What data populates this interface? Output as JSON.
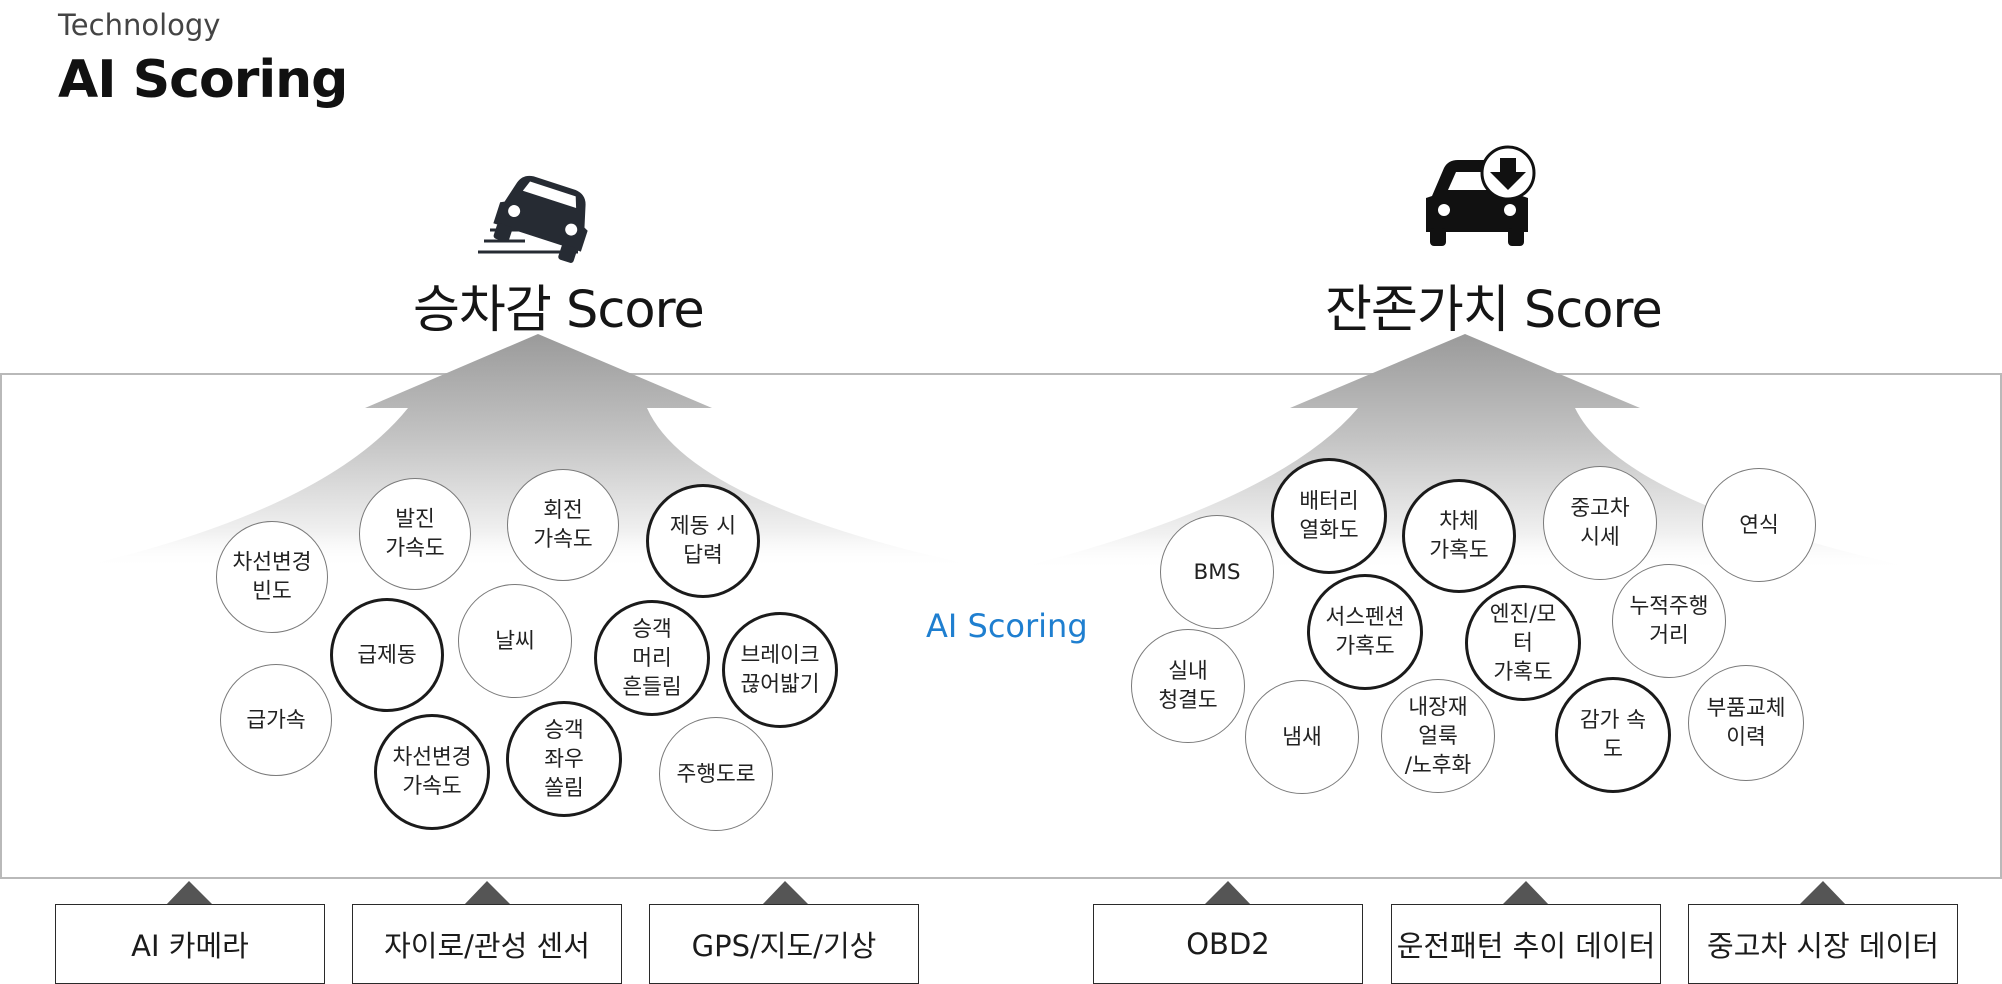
{
  "header": {
    "eyebrow": "Technology",
    "title": "AI Scoring"
  },
  "center_label": "AI Scoring",
  "left_panel": {
    "score_title": "승차감 Score",
    "icon": "car-tilting-icon",
    "factors": [
      {
        "label": "차선변경\n빈도",
        "emphasis": false
      },
      {
        "label": "발진\n가속도",
        "emphasis": false
      },
      {
        "label": "회전\n가속도",
        "emphasis": false
      },
      {
        "label": "제동 시\n답력",
        "emphasis": true
      },
      {
        "label": "급제동",
        "emphasis": true
      },
      {
        "label": "날씨",
        "emphasis": false
      },
      {
        "label": "승객\n머리\n흔들림",
        "emphasis": true
      },
      {
        "label": "브레이크\n끊어밟기",
        "emphasis": true
      },
      {
        "label": "급가속",
        "emphasis": false
      },
      {
        "label": "차선변경\n가속도",
        "emphasis": true
      },
      {
        "label": "승객\n좌우\n쏠림",
        "emphasis": true
      },
      {
        "label": "주행도로",
        "emphasis": false
      }
    ],
    "sources": [
      "AI 카메라",
      "자이로/관성 센서",
      "GPS/지도/기상"
    ]
  },
  "right_panel": {
    "score_title": "잔존가치 Score",
    "icon": "car-download-icon",
    "factors": [
      {
        "label": "배터리\n열화도",
        "emphasis": true
      },
      {
        "label": "차체\n가혹도",
        "emphasis": true
      },
      {
        "label": "중고차\n시세",
        "emphasis": false
      },
      {
        "label": "연식",
        "emphasis": false
      },
      {
        "label": "BMS",
        "emphasis": false
      },
      {
        "label": "서스펜션\n가혹도",
        "emphasis": true
      },
      {
        "label": "엔진/모\n터\n가혹도",
        "emphasis": true
      },
      {
        "label": "누적주행\n거리",
        "emphasis": false
      },
      {
        "label": "실내\n청결도",
        "emphasis": false
      },
      {
        "label": "냄새",
        "emphasis": false
      },
      {
        "label": "내장재\n얼룩\n/노후화",
        "emphasis": false
      },
      {
        "label": "감가 속\n도",
        "emphasis": true
      },
      {
        "label": "부품교체\n이력",
        "emphasis": false
      }
    ],
    "sources": [
      "OBD2",
      "운전패턴 추이 데이터",
      "중고차 시장 데이터"
    ]
  },
  "colors": {
    "accent": "#1f7fd0",
    "arrow_gray": "#9a9a9a",
    "outline": "#1b1b1b"
  }
}
